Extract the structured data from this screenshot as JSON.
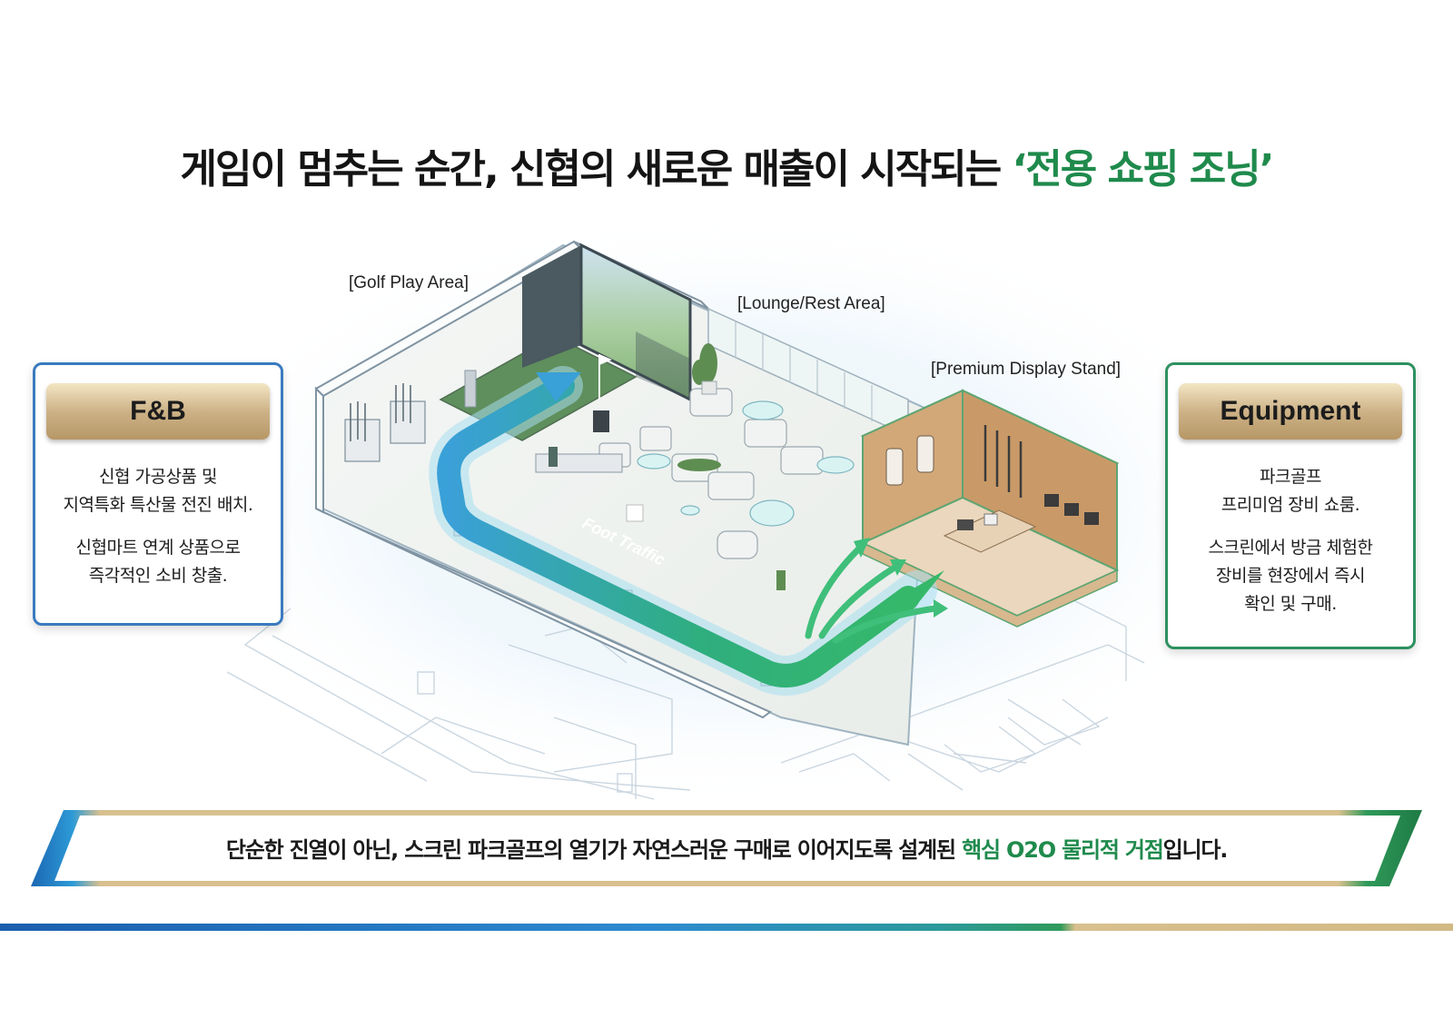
{
  "title": {
    "main": "게임이 멈추는 순간, 신협의 새로운 매출이 시작되는 ",
    "accent": "‘전용 쇼핑 조닝’"
  },
  "areas": {
    "golf_play": "[Golf Play Area]",
    "lounge_rest": "[Lounge/Rest Area]",
    "premium_display": "[Premium Display Stand]",
    "foot_traffic": "Foot Traffic"
  },
  "cards": {
    "fb": {
      "title": "F&B",
      "line1": "신협 가공상품 및\n지역특화 특산물 전진 배치.",
      "line2": "신협마트 연계 상품으로\n즉각적인 소비 창출."
    },
    "equipment": {
      "title": "Equipment",
      "line1": "파크골프\n프리미엄 장비 쇼룸.",
      "line2": "스크린에서 방금 체험한\n장비를 현장에서 즉시\n확인 및 구매."
    }
  },
  "banner": {
    "text": "단순한 진열이 아닌, 스크린 파크골프의 열기가 자연스러운 구매로 이어지도록 설계된 ",
    "accent": "핵심 O2O 물리적 거점",
    "suffix": "입니다."
  },
  "colors": {
    "accent_green": "#1f8a4c",
    "fb_border": "#3a7bbf",
    "equipment_border": "#2e9160",
    "gold": "#cdb287",
    "wood": "#c99a68"
  }
}
